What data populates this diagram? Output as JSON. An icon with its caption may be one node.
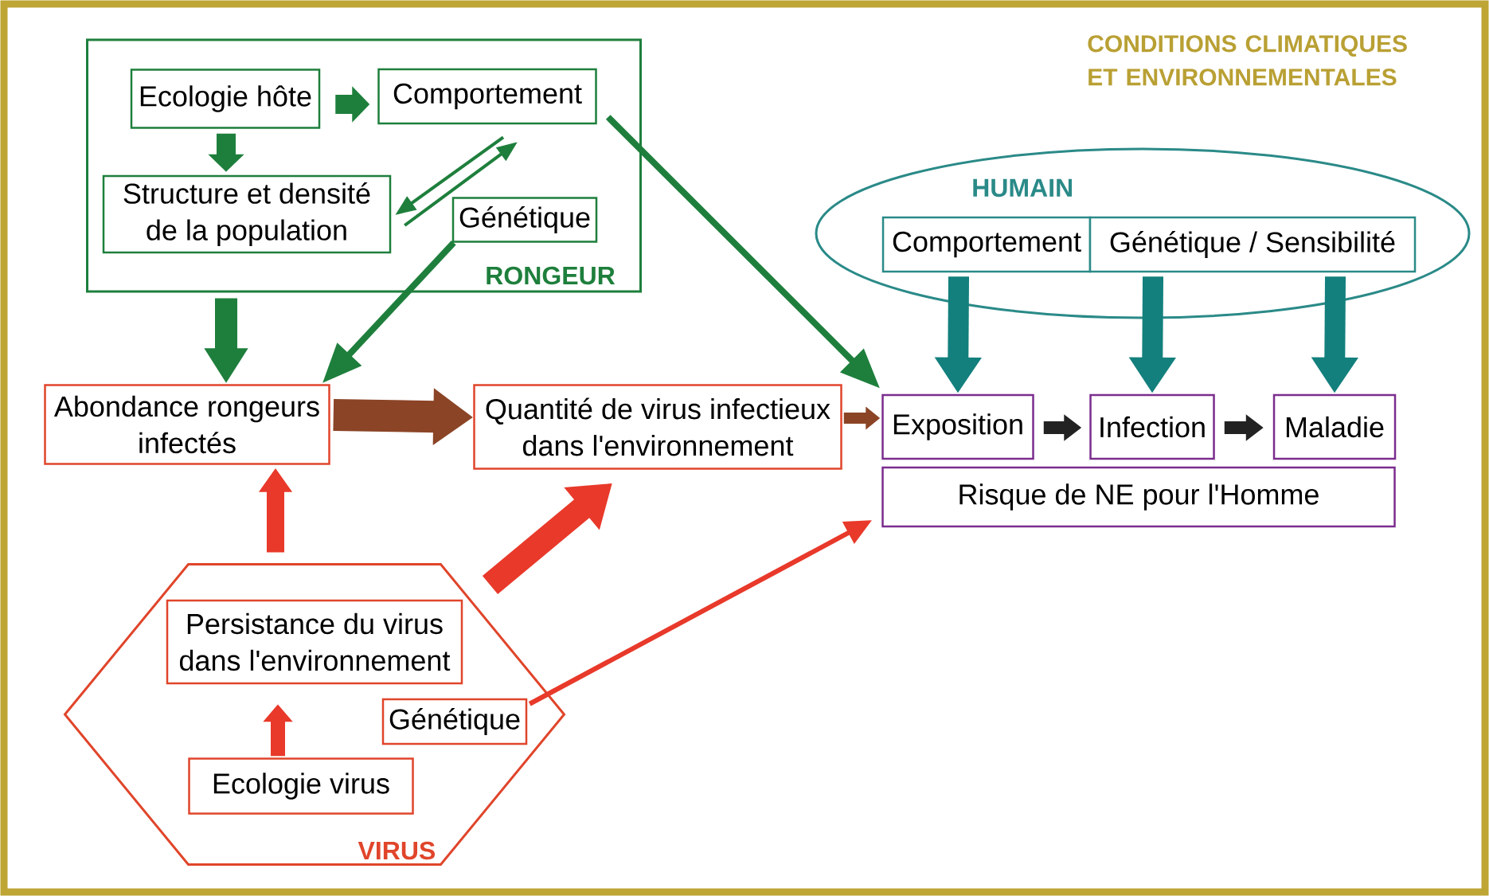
{
  "diagram": {
    "title": "CONDITIONS CLIMATIQUES ET ENVIRONNEMENTALES",
    "nodes": [
      {
        "text": [
          "RONGEUR"
        ]
      },
      {
        "text": [
          "Ecologie hôte"
        ],
        "in": 0
      },
      {
        "text": [
          "Comportement"
        ],
        "in": 0
      },
      {
        "text": [
          "Structure et densité de la population"
        ],
        "in": 0
      },
      {
        "text": [
          "Génétique"
        ],
        "in": 0
      },
      {
        "text": [
          "Abondance rongeurs infectés"
        ]
      },
      {
        "text": [
          "Quantité de virus infectieux dans l'environnement"
        ]
      },
      {
        "text": [
          "VIRUS"
        ]
      },
      {
        "text": [
          "Persistance du virus dans l'environnement"
        ],
        "in": 7
      },
      {
        "text": [
          "Génétique"
        ],
        "in": 7
      },
      {
        "text": [
          "Ecologie virus"
        ],
        "in": 7
      },
      {
        "text": [
          "HUMAIN"
        ]
      },
      {
        "text": [
          "Comportement"
        ],
        "in": 11
      },
      {
        "text": [
          "Génétique / Sensibilité"
        ],
        "in": 11
      },
      {
        "text": [
          "Exposition"
        ]
      },
      {
        "text": [
          "Infection"
        ]
      },
      {
        "text": [
          "Maladie"
        ]
      },
      {
        "text": [
          "Risque de NE pour l'Homme"
        ]
      }
    ],
    "edges": [
      {
        "from": 1,
        "to": 3,
        "arrow": "to"
      },
      {
        "from": 1,
        "to": 2,
        "arrow": "to"
      },
      {
        "from": 2,
        "to": 3,
        "arrow": "to"
      },
      {
        "from": 3,
        "to": 2,
        "arrow": "to"
      },
      {
        "from": 0,
        "to": 5,
        "arrow": "to"
      },
      {
        "from": 4,
        "to": 5,
        "arrow": "to"
      },
      {
        "from": 2,
        "to": 14,
        "arrow": "to"
      },
      {
        "from": 5,
        "to": 6,
        "arrow": "to",
        "style": "thick",
        "color": "#8b4426"
      },
      {
        "from": 6,
        "to": 14,
        "arrow": "to",
        "color": "#8b4426"
      },
      {
        "from": 7,
        "to": 5,
        "arrow": "to",
        "color": "#e8392a"
      },
      {
        "from": 7,
        "to": 6,
        "arrow": "to",
        "color": "#e8392a"
      },
      {
        "from": 10,
        "to": 8,
        "arrow": "to",
        "color": "#e8392a"
      },
      {
        "from": 9,
        "to": 17,
        "arrow": "to",
        "color": "#e8392a"
      },
      {
        "from": 12,
        "to": 14,
        "arrow": "to",
        "color": "#13807d"
      },
      {
        "from": 13,
        "to": 15,
        "arrow": "to",
        "color": "#13807d"
      },
      {
        "from": 13,
        "to": 16,
        "arrow": "to",
        "color": "#13807d"
      },
      {
        "from": 14,
        "to": 15,
        "arrow": "to",
        "color": "#222222"
      },
      {
        "from": 15,
        "to": 16,
        "arrow": "to",
        "color": "#222222"
      }
    ]
  }
}
